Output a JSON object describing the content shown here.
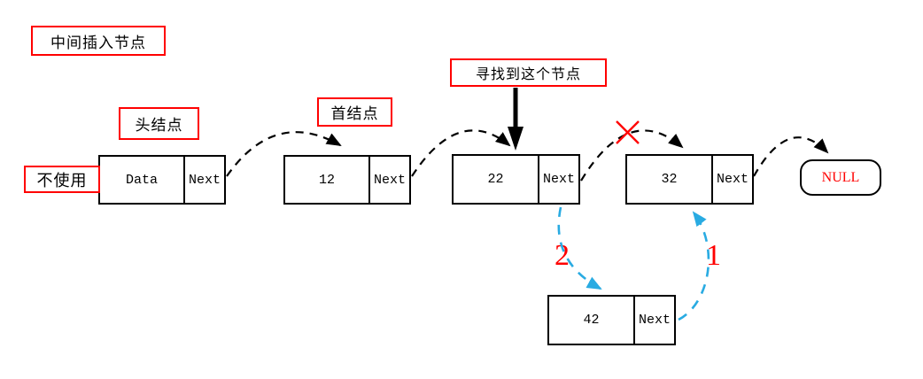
{
  "diagram": {
    "title": "中间插入节点",
    "annotations": {
      "head_label": "头结点",
      "first_label": "首结点",
      "found_label": "寻找到这个节点",
      "unused_label": "不使用"
    },
    "nodes": [
      {
        "data": "Data",
        "next": "Next"
      },
      {
        "data": "12",
        "next": "Next"
      },
      {
        "data": "22",
        "next": "Next"
      },
      {
        "data": "32",
        "next": "Next"
      },
      {
        "data": "42",
        "next": "Next"
      }
    ],
    "terminator": "NULL",
    "steps": {
      "step2": "2",
      "step1": "1"
    }
  },
  "colors": {
    "annotation_red": "#ff0000",
    "link_black": "#000000",
    "pointer_cyan": "#29abe2"
  }
}
